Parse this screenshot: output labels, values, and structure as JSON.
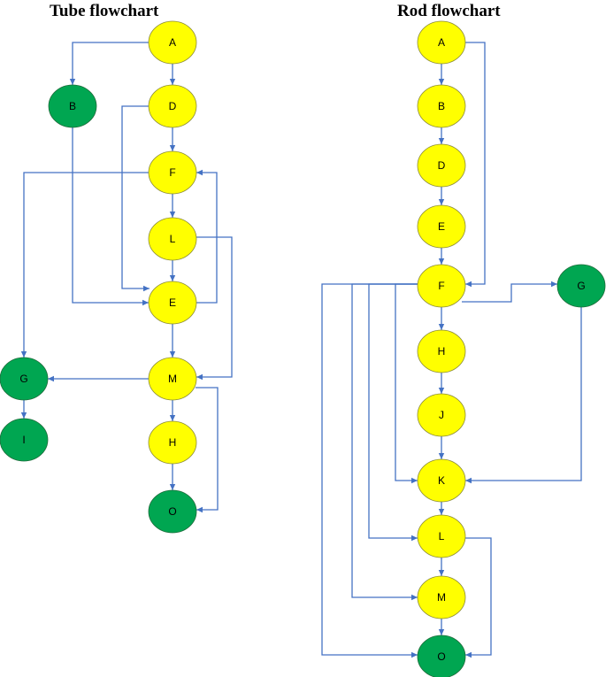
{
  "colors": {
    "process_node": "#FFFF00",
    "terminal_node": "#00A651",
    "connector": "#4472C4"
  },
  "tube": {
    "title": "Tube flowchart",
    "nodes": [
      {
        "id": "A",
        "label": "A",
        "type": "process"
      },
      {
        "id": "B",
        "label": "B",
        "type": "terminal"
      },
      {
        "id": "D",
        "label": "D",
        "type": "process"
      },
      {
        "id": "F",
        "label": "F",
        "type": "process"
      },
      {
        "id": "L",
        "label": "L",
        "type": "process"
      },
      {
        "id": "E",
        "label": "E",
        "type": "process"
      },
      {
        "id": "M",
        "label": "M",
        "type": "process"
      },
      {
        "id": "G",
        "label": "G",
        "type": "terminal"
      },
      {
        "id": "I",
        "label": "I",
        "type": "terminal"
      },
      {
        "id": "H",
        "label": "H",
        "type": "process"
      },
      {
        "id": "O",
        "label": "O",
        "type": "terminal"
      }
    ],
    "edges": [
      [
        "A",
        "D"
      ],
      [
        "A",
        "B"
      ],
      [
        "D",
        "F"
      ],
      [
        "D",
        "E"
      ],
      [
        "B",
        "E"
      ],
      [
        "F",
        "L"
      ],
      [
        "F",
        "G"
      ],
      [
        "L",
        "E"
      ],
      [
        "L",
        "M"
      ],
      [
        "E",
        "F"
      ],
      [
        "E",
        "M"
      ],
      [
        "M",
        "G"
      ],
      [
        "M",
        "H"
      ],
      [
        "M",
        "O"
      ],
      [
        "G",
        "I"
      ],
      [
        "H",
        "O"
      ]
    ]
  },
  "rod": {
    "title": "Rod flowchart",
    "nodes": [
      {
        "id": "A",
        "label": "A",
        "type": "process"
      },
      {
        "id": "B",
        "label": "B",
        "type": "process"
      },
      {
        "id": "D",
        "label": "D",
        "type": "process"
      },
      {
        "id": "E",
        "label": "E",
        "type": "process"
      },
      {
        "id": "F",
        "label": "F",
        "type": "process"
      },
      {
        "id": "G",
        "label": "G",
        "type": "terminal"
      },
      {
        "id": "H",
        "label": "H",
        "type": "process"
      },
      {
        "id": "J",
        "label": "J",
        "type": "process"
      },
      {
        "id": "K",
        "label": "K",
        "type": "process"
      },
      {
        "id": "L",
        "label": "L",
        "type": "process"
      },
      {
        "id": "M",
        "label": "M",
        "type": "process"
      },
      {
        "id": "O",
        "label": "O",
        "type": "terminal"
      }
    ],
    "edges": [
      [
        "A",
        "B"
      ],
      [
        "A",
        "F"
      ],
      [
        "B",
        "D"
      ],
      [
        "D",
        "E"
      ],
      [
        "E",
        "F"
      ],
      [
        "F",
        "H"
      ],
      [
        "F",
        "G"
      ],
      [
        "F",
        "K"
      ],
      [
        "F",
        "L"
      ],
      [
        "F",
        "M"
      ],
      [
        "F",
        "O"
      ],
      [
        "G",
        "K"
      ],
      [
        "H",
        "J"
      ],
      [
        "J",
        "K"
      ],
      [
        "K",
        "L"
      ],
      [
        "L",
        "M"
      ],
      [
        "L",
        "O"
      ],
      [
        "M",
        "O"
      ]
    ]
  }
}
